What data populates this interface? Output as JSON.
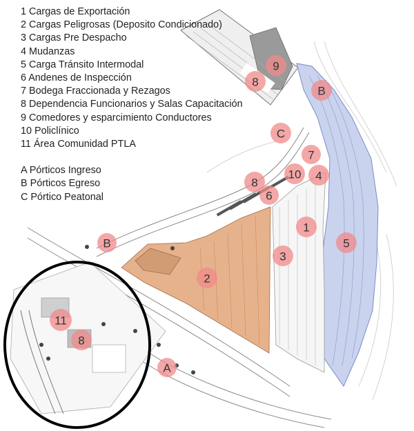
{
  "legend": {
    "numbered": [
      "1 Cargas de Exportación",
      "2 Cargas Peligrosas (Deposito Condicionado)",
      "3 Cargas Pre Despacho",
      "4 Mudanzas",
      "5 Carga Tránsito Intermodal",
      "6 Andenes de Inspección",
      "7 Bodega Fraccionada y Rezagos",
      "8 Dependencia Funcionarios y Salas Capacitación",
      "9 Comedores y esparcimiento Conductores",
      "10 Policlínico",
      "11 Área Comunidad PTLA"
    ],
    "lettered": [
      "A Pórticos Ingreso",
      "B Pórticos Egreso",
      "C Pórtico Peatonal"
    ]
  },
  "markers": [
    {
      "label": "9"
    },
    {
      "label": "8"
    },
    {
      "label": "B"
    },
    {
      "label": "C"
    },
    {
      "label": "7"
    },
    {
      "label": "10"
    },
    {
      "label": "4"
    },
    {
      "label": "8"
    },
    {
      "label": "6"
    },
    {
      "label": "1"
    },
    {
      "label": "5"
    },
    {
      "label": "B"
    },
    {
      "label": "3"
    },
    {
      "label": "2"
    },
    {
      "label": "11"
    },
    {
      "label": "8"
    },
    {
      "label": "A"
    }
  ],
  "colors": {
    "marker_fill": "#f08a8a",
    "transit_zone": "#c9d3ee",
    "hazardous_zone": "#e6b28c",
    "parking_zone": "#f1f1f1",
    "highlight_circle": "#000000",
    "building_dark": "#9a9a9a"
  }
}
